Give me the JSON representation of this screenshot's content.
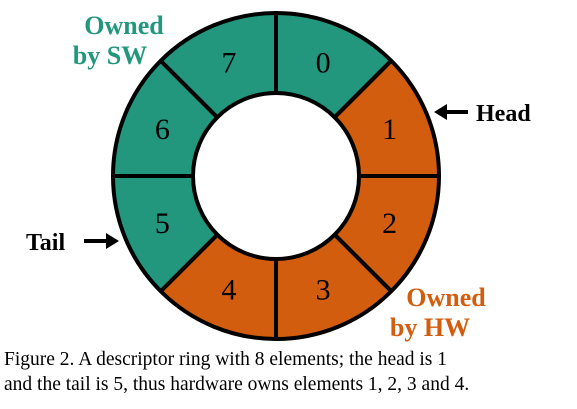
{
  "diagram": {
    "segments": [
      {
        "label": "0",
        "owner": "sw"
      },
      {
        "label": "1",
        "owner": "hw"
      },
      {
        "label": "2",
        "owner": "hw"
      },
      {
        "label": "3",
        "owner": "hw"
      },
      {
        "label": "4",
        "owner": "hw"
      },
      {
        "label": "5",
        "owner": "sw"
      },
      {
        "label": "6",
        "owner": "sw"
      },
      {
        "label": "7",
        "owner": "sw"
      }
    ],
    "colors": {
      "sw": "#22977d",
      "hw": "#d35d0f",
      "outline": "#000000"
    },
    "owned_sw_line1": "Owned",
    "owned_sw_line2": "by SW",
    "owned_hw_line1": "Owned",
    "owned_hw_line2": "by HW",
    "head_label": "Head",
    "tail_label": "Tail"
  },
  "caption": {
    "line1": "Figure 2. A descriptor ring with 8 elements; the head is 1",
    "line2": "and the tail is 5, thus hardware owns elements 1, 2, 3 and 4."
  }
}
